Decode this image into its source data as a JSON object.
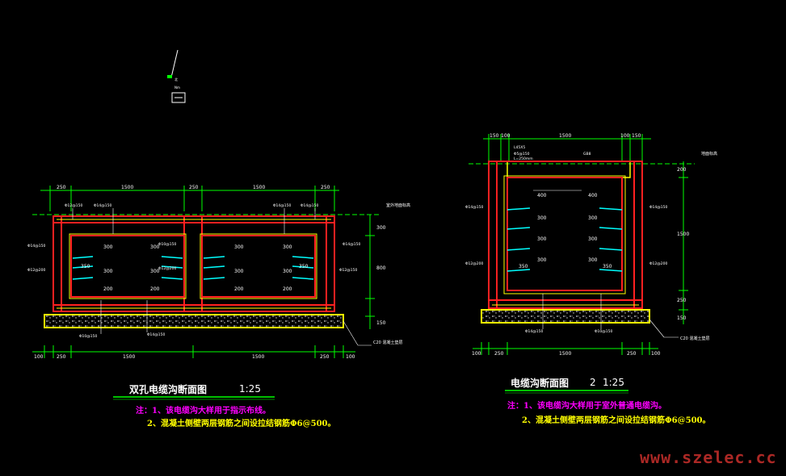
{
  "colors": {
    "concrete": "#ff2020",
    "rebar": "#ffff00",
    "dim": "#00ff00",
    "leader": "#ffffff",
    "cyan": "#00ffff",
    "magenta": "#ff00ff",
    "fill": "#cfcfcf"
  },
  "left": {
    "title": "双孔电缆沟断面图",
    "scale": "1:25",
    "dims_top": [
      "250",
      "1500",
      "250",
      "1500",
      "250"
    ],
    "dims_bottom": [
      "100",
      "250",
      "1500",
      "1500",
      "250",
      "100"
    ],
    "dims_right": [
      "300",
      "800",
      "150"
    ],
    "dims_inner": [
      "300",
      "300",
      "200",
      "300",
      "300",
      "200"
    ],
    "width_label": "350",
    "ground_label": "室外地面标高",
    "concrete_label": "C20 混凝土垫层",
    "rebar_labels": [
      "Φ12@150",
      "Φ14@150",
      "Φ10@150",
      "Φ14@150",
      "Φ14@150",
      "Φ12@200",
      "Φ12@200",
      "Φ12@150",
      "Φ10@150"
    ],
    "notes": [
      "注：1、该电缆沟大样用于指示布线。",
      "2、混凝土侧壁两层钢筋之间设拉结钢筋Φ6@500。"
    ]
  },
  "right": {
    "title": "电缆沟断面图",
    "number": "2",
    "scale": "1:25",
    "dims_top": [
      "150",
      "100",
      "1500",
      "100",
      "150"
    ],
    "dims_bottom": [
      "100",
      "250",
      "1500",
      "250",
      "100"
    ],
    "dims_right": [
      "200",
      "1500",
      "250",
      "150"
    ],
    "dims_inner": [
      "400",
      "300",
      "300",
      "300"
    ],
    "width_label": "350",
    "angle_label": "L45X5",
    "cover_label": "GB8",
    "cover_dims": [
      "Φ5@150",
      "L=250mm"
    ],
    "ground_label": "地面标高",
    "concrete_label": "C20 混凝土垫层",
    "rebar_labels": [
      "Φ14@150",
      "Φ12@200",
      "Φ14@150",
      "Φ12@200",
      "Φ14@150",
      "Φ10@150"
    ],
    "notes": [
      "注：1、该电缆沟大样用于室外普通电缆沟。",
      "2、混凝土侧壁两层钢筋之间设拉结钢筋Φ6@500。"
    ]
  },
  "north": {
    "label1": "北",
    "label2": "Nm"
  },
  "watermark": "www.szelec.cc"
}
